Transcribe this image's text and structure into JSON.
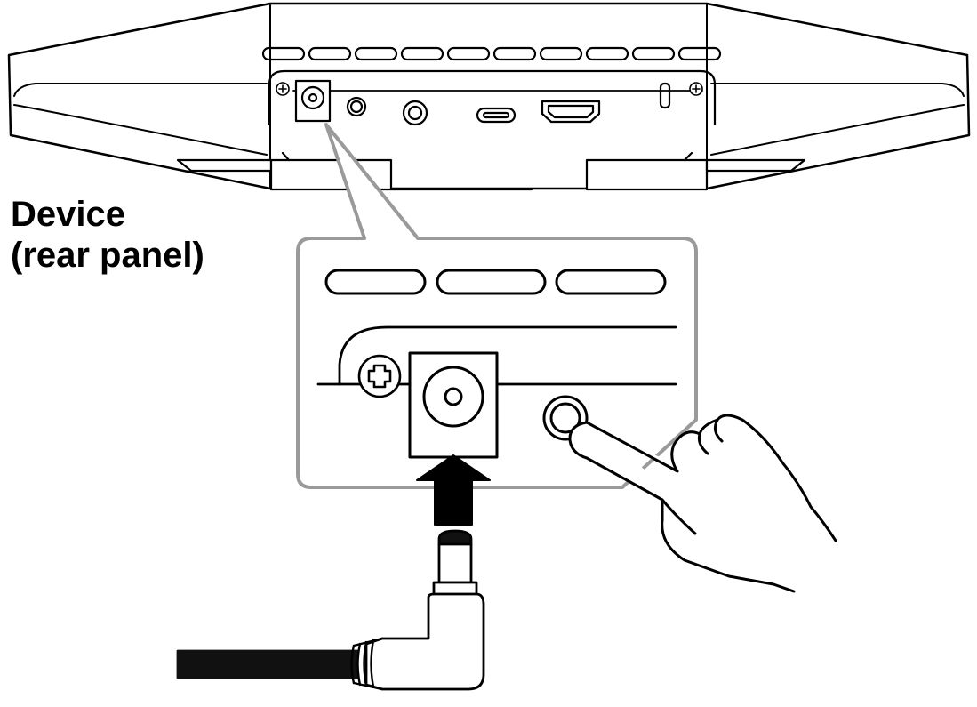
{
  "caption": {
    "line1": "Device",
    "line2": "(rear panel)"
  },
  "colors": {
    "line": "#000000",
    "callout": "#9a9a9a",
    "fill": "#ffffff",
    "cable": "#111111"
  },
  "icons": {
    "device": "video-bar-rear-view",
    "dc_in": "dc-power-jack",
    "reset": "reset-button",
    "usb_c": "usb-c-port",
    "hdmi": "hdmi-port",
    "lock": "security-slot",
    "plug": "angled-dc-plug",
    "hand": "pointing-hand",
    "arrow": "insert-arrow"
  }
}
